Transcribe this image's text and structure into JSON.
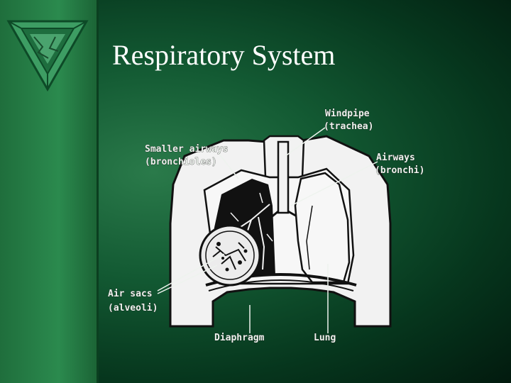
{
  "slide": {
    "title": "Respiratory System",
    "colors": {
      "background": "#0d4a27",
      "sidebar": "#2b8a4e",
      "title_text": "#ffffff",
      "logo": "#2f8f57"
    },
    "logo_icon": "inverted-triangle-logo-icon"
  },
  "diagram": {
    "labels": {
      "windpipe": "Windpipe",
      "trachea": "(trachea)",
      "smaller_airways": "Smaller airways",
      "bronchioles": "(bronchioles)",
      "airways": "Airways",
      "bronchi": "(bronchi)",
      "air_sacs": "Air sacs",
      "alveoli": "(alveoli)",
      "diaphragm": "Diaphragm",
      "lung": "Lung"
    }
  }
}
